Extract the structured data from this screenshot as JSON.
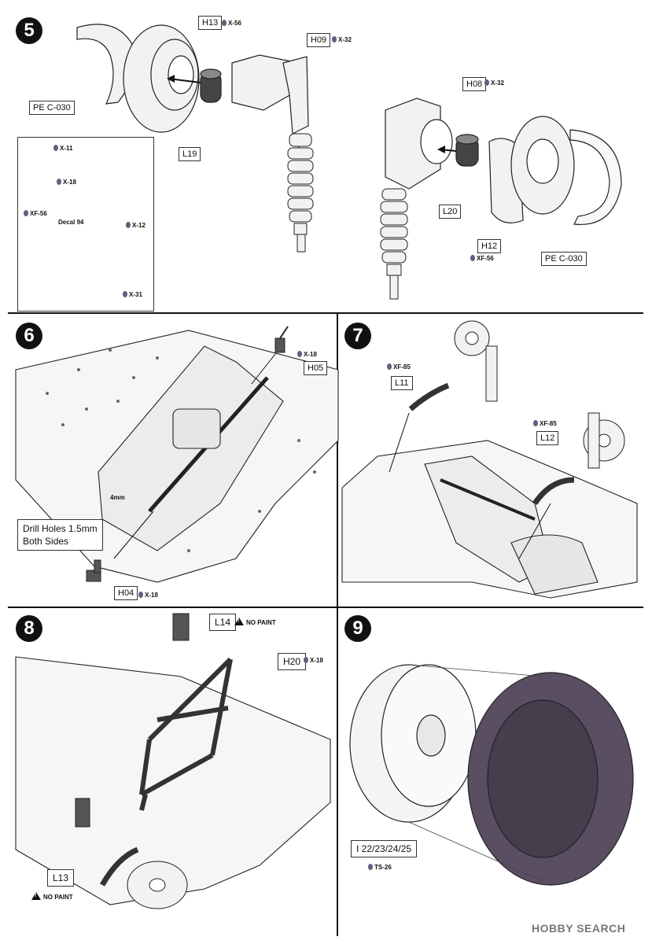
{
  "steps": {
    "s5": {
      "number": "5",
      "labels": {
        "h13": "H13",
        "h09": "H09",
        "h08": "H08",
        "l19": "L19",
        "l20": "L20",
        "h12": "H12",
        "pe_left": "PE C-030",
        "pe_right": "PE C-030"
      },
      "paints": {
        "x56": "X-56",
        "x32a": "X-32",
        "x32b": "X-32",
        "xf56": "XF-56"
      },
      "inset": {
        "x11": "X-11",
        "x18": "X-18",
        "xf56": "XF-56",
        "decal": "Decal 94",
        "x12": "X-12",
        "x31": "X-31"
      }
    },
    "s6": {
      "number": "6",
      "labels": {
        "h05": "H05",
        "h04": "H04"
      },
      "paints": {
        "x18a": "X-18",
        "x18b": "X-18"
      },
      "drill_line1": "Drill Holes 1.5mm",
      "drill_line2": "Both Sides",
      "dim": "4mm"
    },
    "s7": {
      "number": "7",
      "labels": {
        "l11": "L11",
        "l12": "L12"
      },
      "paints": {
        "xf85a": "XF-85",
        "xf85b": "XF-85"
      }
    },
    "s8": {
      "number": "8",
      "labels": {
        "l14": "L14",
        "h20": "H20",
        "l13": "L13"
      },
      "paints": {
        "x18": "X-18"
      },
      "warn_top": "NO PAINT",
      "warn_bottom": "NO PAINT"
    },
    "s9": {
      "number": "9",
      "labels": {
        "wheel": "I 22/23/24/25"
      },
      "paints": {
        "ts26": "TS-26"
      }
    }
  },
  "watermark": "HOBBY SEARCH",
  "colors": {
    "paint_drop": "#6b5a80",
    "part_fill": "#f2f2f2",
    "tire": "#5a4e62",
    "line": "#222222"
  }
}
